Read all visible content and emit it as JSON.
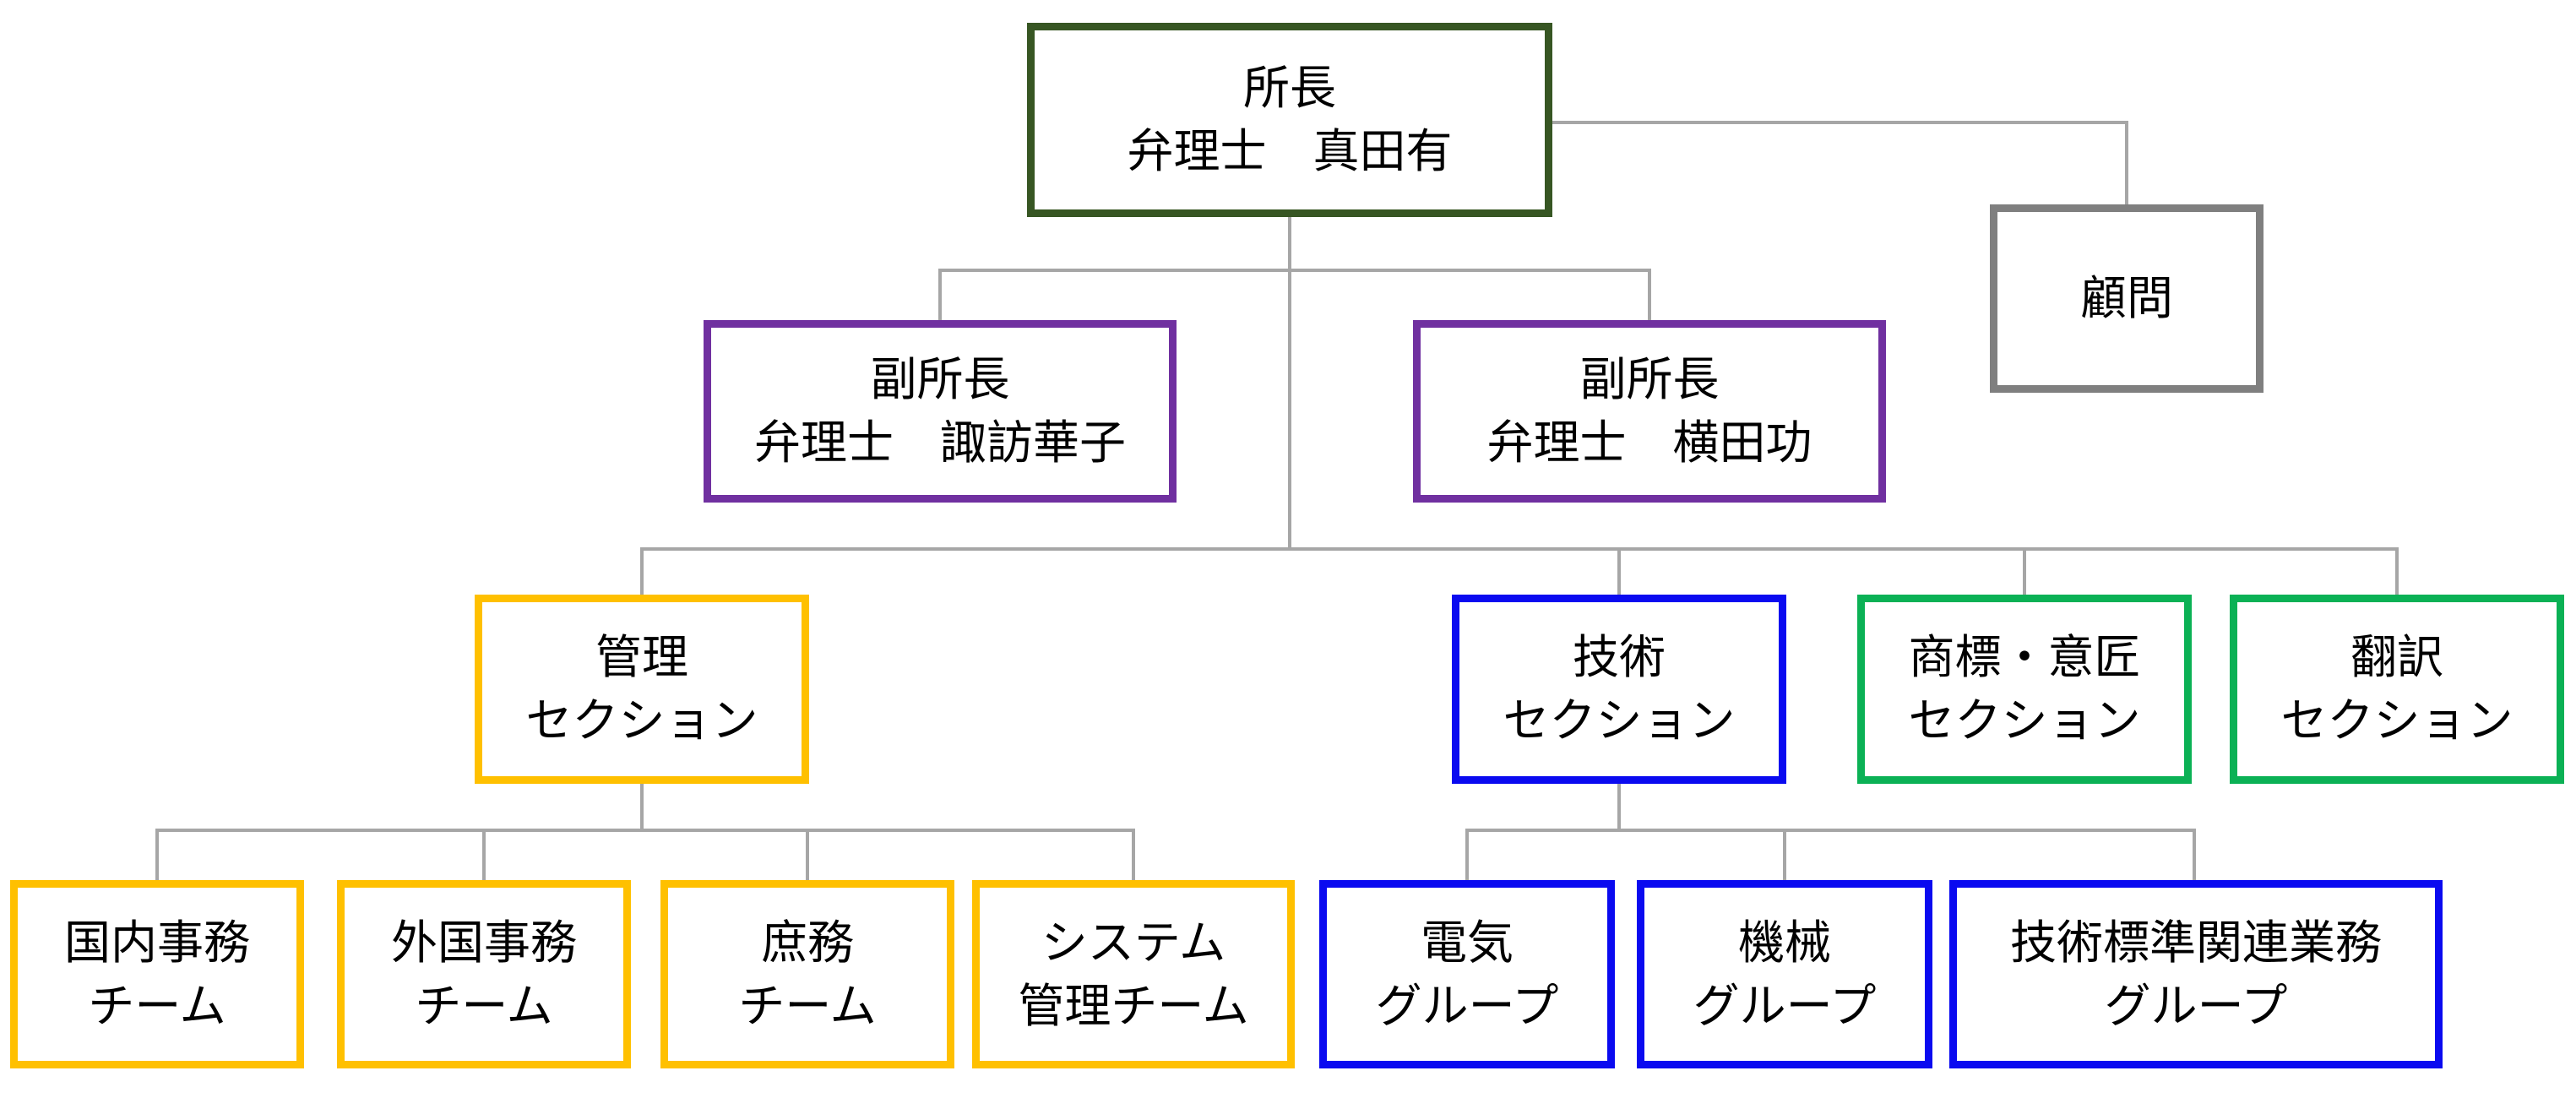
{
  "colors": {
    "director_border": "#375623",
    "advisor_border": "#7f7f7f",
    "deputy_border": "#7030a0",
    "admin_border": "#ffc000",
    "tech_border": "#0a0af0",
    "trademark_border": "#0bb155",
    "translation_border": "#0bb155",
    "connector": "#a6a6a6",
    "text": "#000000",
    "background": "#ffffff"
  },
  "nodes": {
    "director": {
      "line1": "所長",
      "line2": "弁理士　真田有"
    },
    "advisor": {
      "line1": "顧問"
    },
    "deputy_left": {
      "line1": "副所長",
      "line2": "弁理士　諏訪華子"
    },
    "deputy_right": {
      "line1": "副所長",
      "line2": "弁理士　横田功"
    },
    "section_admin": {
      "line1": "管理",
      "line2": "セクション"
    },
    "section_tech": {
      "line1": "技術",
      "line2": "セクション"
    },
    "section_trademark": {
      "line1": "商標・意匠",
      "line2": "セクション"
    },
    "section_translation": {
      "line1": "翻訳",
      "line2": "セクション"
    },
    "team_domestic": {
      "line1": "国内事務",
      "line2": "チーム"
    },
    "team_foreign": {
      "line1": "外国事務",
      "line2": "チーム"
    },
    "team_general": {
      "line1": "庶務",
      "line2": "チーム"
    },
    "team_system": {
      "line1": "システム",
      "line2": "管理チーム"
    },
    "group_electric": {
      "line1": "電気",
      "line2": "グループ"
    },
    "group_mechanical": {
      "line1": "機械",
      "line2": "グループ"
    },
    "group_standards": {
      "line1": "技術標準関連業務",
      "line2": "グループ"
    }
  }
}
